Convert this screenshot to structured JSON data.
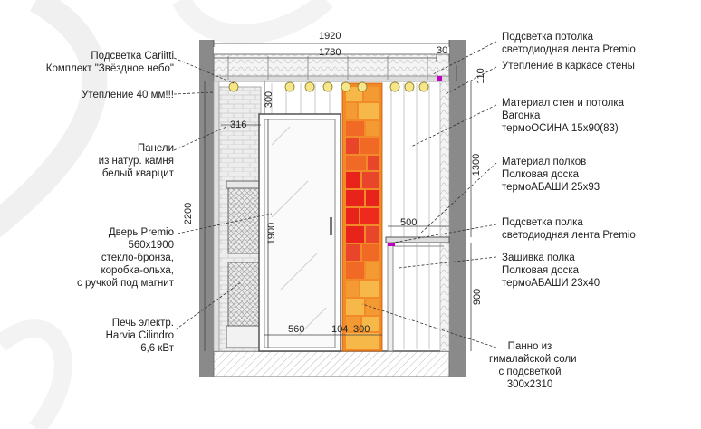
{
  "labels_left": [
    {
      "id": "ceiling-lights",
      "text": "Подсветка Cariitti\nКомплект \"Звёздное небо\""
    },
    {
      "id": "insulation-40",
      "text": "Утепление 40 мм!!!"
    },
    {
      "id": "stone-panels",
      "text": "Панели\nиз натур. камня\nбелый кварцит"
    },
    {
      "id": "door",
      "text": "Дверь Premio\n560x1900\nстекло-бронза,\nкоробка-ольха,\nс ручкой под магнит"
    },
    {
      "id": "stove",
      "text": "Печь электр.\nHarvia Cilindro\n6,6 кВт"
    }
  ],
  "labels_right": [
    {
      "id": "ceiling-led",
      "text": "Подсветка потолка\nсветодиодная лента Premio"
    },
    {
      "id": "wall-insulation",
      "text": "Утепление в каркасе стены"
    },
    {
      "id": "wall-material",
      "text": "Материал стен и потолка\nВагонка\nтермоОСИНА 15х90(83)"
    },
    {
      "id": "shelf-material",
      "text": "Материал полков\nПолковая доска\nтермоАБАШИ 25х93"
    },
    {
      "id": "shelf-led",
      "text": "Подсветка полка\nсветодиодная лента Premio"
    },
    {
      "id": "shelf-skirt",
      "text": "Зашивка полка\nПолковая доска\nтермоАБАШИ 23х40"
    },
    {
      "id": "salt-panel",
      "text": "Панно из\nгималайской соли\nс подсветкой\n300x2310"
    }
  ],
  "dimensions": {
    "overall_width": "1920",
    "inner_width": "1780",
    "gap_right": "30",
    "height_total": "2200",
    "ceiling_drop": "300",
    "stone_width": "316",
    "door_height": "1900",
    "door_width": "560",
    "gap_104": "104",
    "salt_width": "300",
    "shelf_depth": "500",
    "upper_height": "1300",
    "lower_height": "900",
    "ceiling_gap": "110"
  },
  "colors": {
    "wall_gray": "#8a8a8a",
    "salt_red": "#e8231c",
    "salt_orange": "#f28a2a",
    "salt_yellow": "#f7b84a",
    "leader": "#333333",
    "accent_magenta": "#c000c0"
  }
}
